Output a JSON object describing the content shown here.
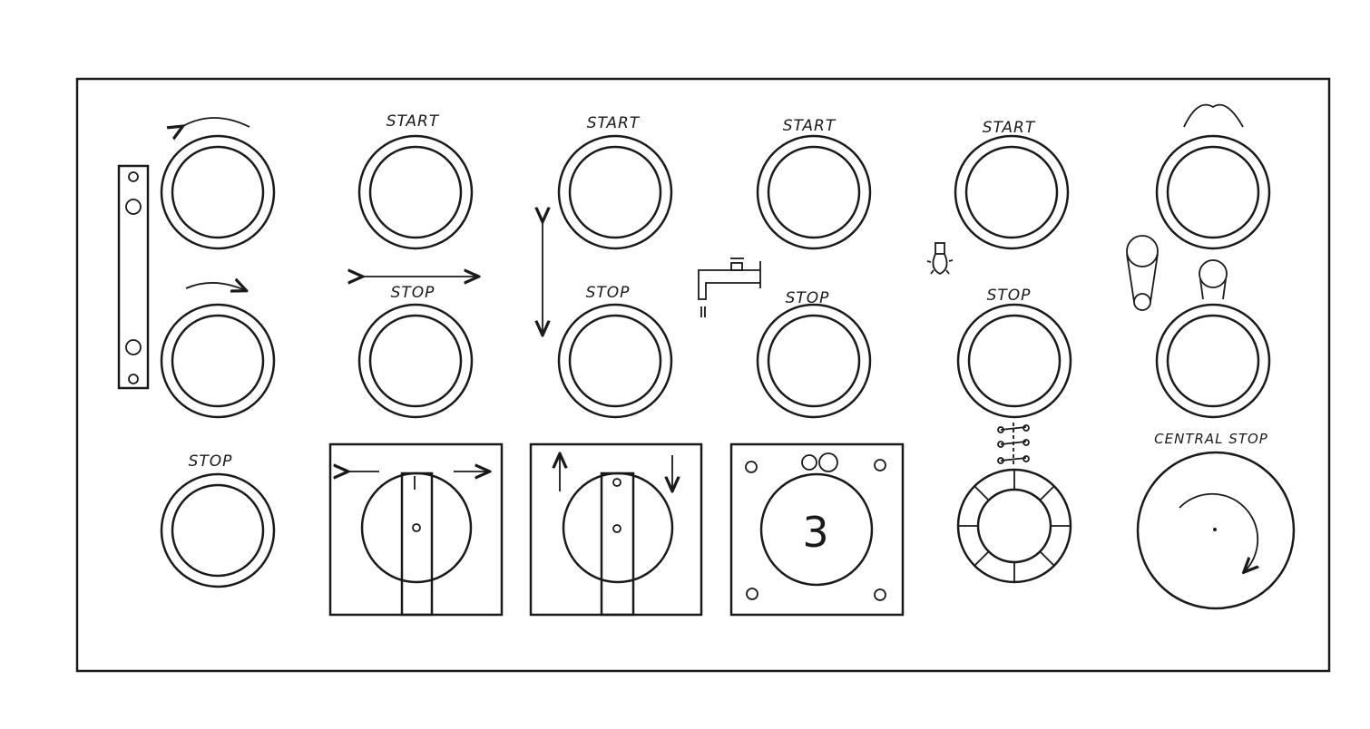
{
  "panel": {
    "labels": {
      "col1_stop": "STOP",
      "col2_start": "START",
      "col2_stop": "STOP",
      "col3_start": "START",
      "col3_stop": "STOP",
      "col4_start": "START",
      "col4_stop": "STOP",
      "col5_start": "START",
      "col5_stop": "STOP",
      "central_stop": "CENTRAL STOP"
    },
    "gauge_number": "3",
    "icons": [
      "rotate-left-icon",
      "rotate-right-icon",
      "horizontal-double-arrow-icon",
      "vertical-double-arrow-icon",
      "water-tap-icon",
      "light-bulb-icon",
      "mushroom-handle-icon",
      "switch-contacts-icon"
    ]
  }
}
